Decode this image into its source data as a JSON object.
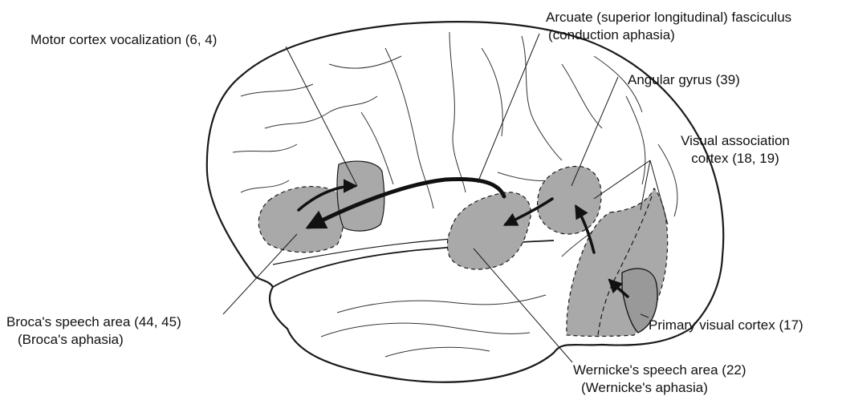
{
  "labels": {
    "motor_cortex": "Motor cortex vocalization (6, 4)",
    "arcuate_line1": "Arcuate (superior longitudinal) fasciculus",
    "arcuate_line2": "(conduction aphasia)",
    "angular_gyrus": "Angular gyrus (39)",
    "visual_assoc_line1": "Visual association",
    "visual_assoc_line2": "cortex (18, 19)",
    "broca_line1": "Broca's speech area (44, 45)",
    "broca_line2": "(Broca's aphasia)",
    "primary_visual": "Primary visual cortex (17)",
    "wernicke_line1": "Wernicke's speech area (22)",
    "wernicke_line2": "(Wernicke's aphasia)"
  },
  "colors": {
    "outline": "#1a1a1a",
    "region_fill": "#a9a9a9",
    "background": "#ffffff"
  }
}
